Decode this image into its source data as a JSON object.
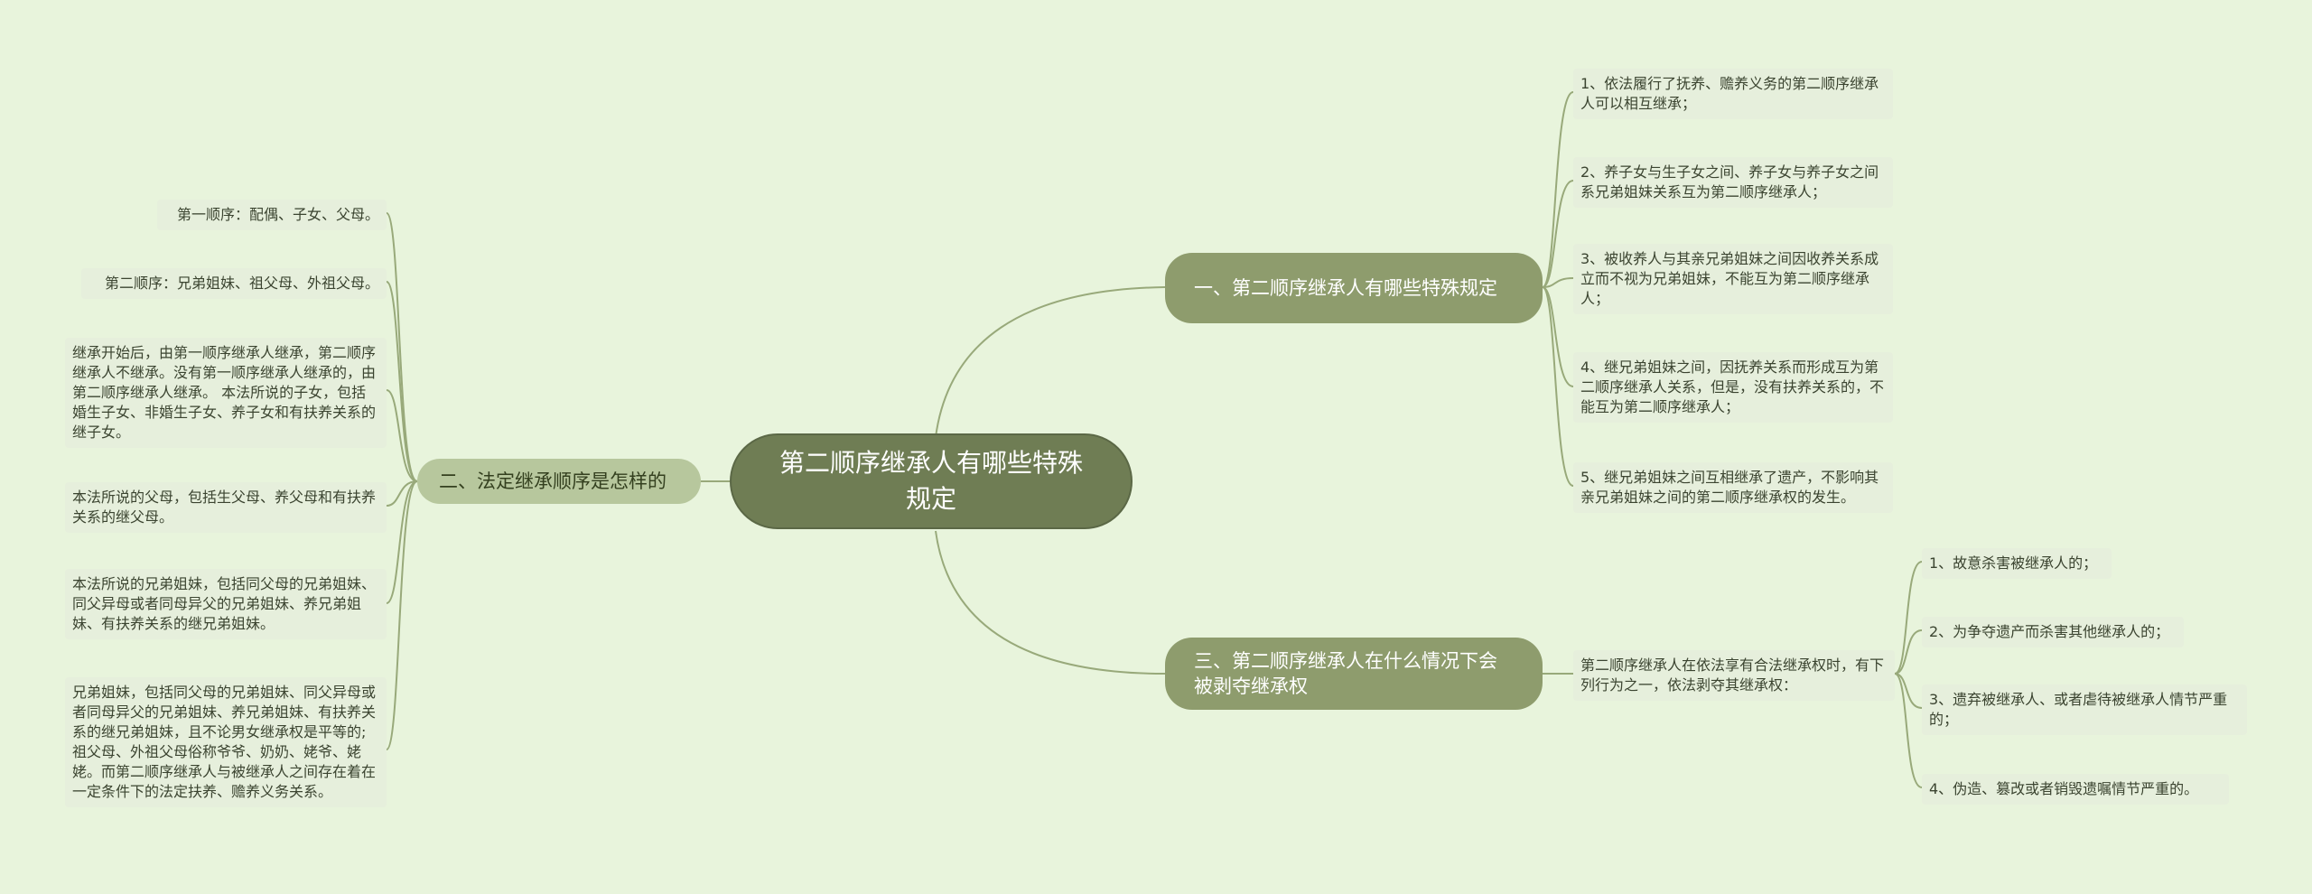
{
  "root": {
    "title": "第二顺序继承人有哪些特殊规定"
  },
  "branches": {
    "b1": {
      "label": "一、第二顺序继承人有哪些特殊规定"
    },
    "b2": {
      "label": "二、法定继承顺序是怎样的"
    },
    "b3": {
      "label": "三、第二顺序继承人在什么情况下会被剥夺继承权"
    }
  },
  "right_top_items": [
    "1、依法履行了抚养、赡养义务的第二顺序继承人可以相互继承；",
    "2、养子女与生子女之间、养子女与养子女之间系兄弟姐妹关系互为第二顺序继承人；",
    "3、被收养人与其亲兄弟姐妹之间因收养关系成立而不视为兄弟姐妹，不能互为第二顺序继承人；",
    "4、继兄弟姐妹之间，因抚养关系而形成互为第二顺序继承人关系，但是，没有扶养关系的，不能互为第二顺序继承人；",
    "5、继兄弟姐妹之间互相继承了遗产，不影响其亲兄弟姐妹之间的第二顺序继承权的发生。"
  ],
  "left_items": [
    "第一顺序：配偶、子女、父母。",
    "第二顺序：兄弟姐妹、祖父母、外祖父母。",
    "继承开始后，由第一顺序继承人继承，第二顺序继承人不继承。没有第一顺序继承人继承的，由第二顺序继承人继承。 本法所说的子女，包括婚生子女、非婚生子女、养子女和有扶养关系的继子女。",
    "本法所说的父母，包括生父母、养父母和有扶养关系的继父母。",
    "本法所说的兄弟姐妹，包括同父母的兄弟姐妹、同父异母或者同母异父的兄弟姐妹、养兄弟姐妹、有扶养关系的继兄弟姐妹。",
    "兄弟姐妹，包括同父母的兄弟姐妹、同父异母或者同母异父的兄弟姐妹、养兄弟姐妹、有扶养关系的继兄弟姐妹，且不论男女继承权是平等的;祖父母、外祖父母俗称爷爷、奶奶、姥爷、姥姥。而第二顺序继承人与被继承人之间存在着在一定条件下的法定扶养、赡养义务关系。"
  ],
  "b3_intro": "第二顺序继承人在依法享有合法继承权时，有下列行为之一，依法剥夺其继承权：",
  "b3_items": [
    "1、故意杀害被继承人的；",
    "2、为争夺遗产而杀害其他继承人的；",
    "3、遗弃被继承人、或者虐待被继承人情节严重的；",
    "4、伪造、篡改或者销毁遗嘱情节严重的。"
  ],
  "colors": {
    "background": "#e8f4dc",
    "root": "#6f7d54",
    "branch_dark": "#8e9c6d",
    "branch_light": "#b7c79d",
    "leaf": "#e6efdc",
    "line": "#98a97a"
  }
}
